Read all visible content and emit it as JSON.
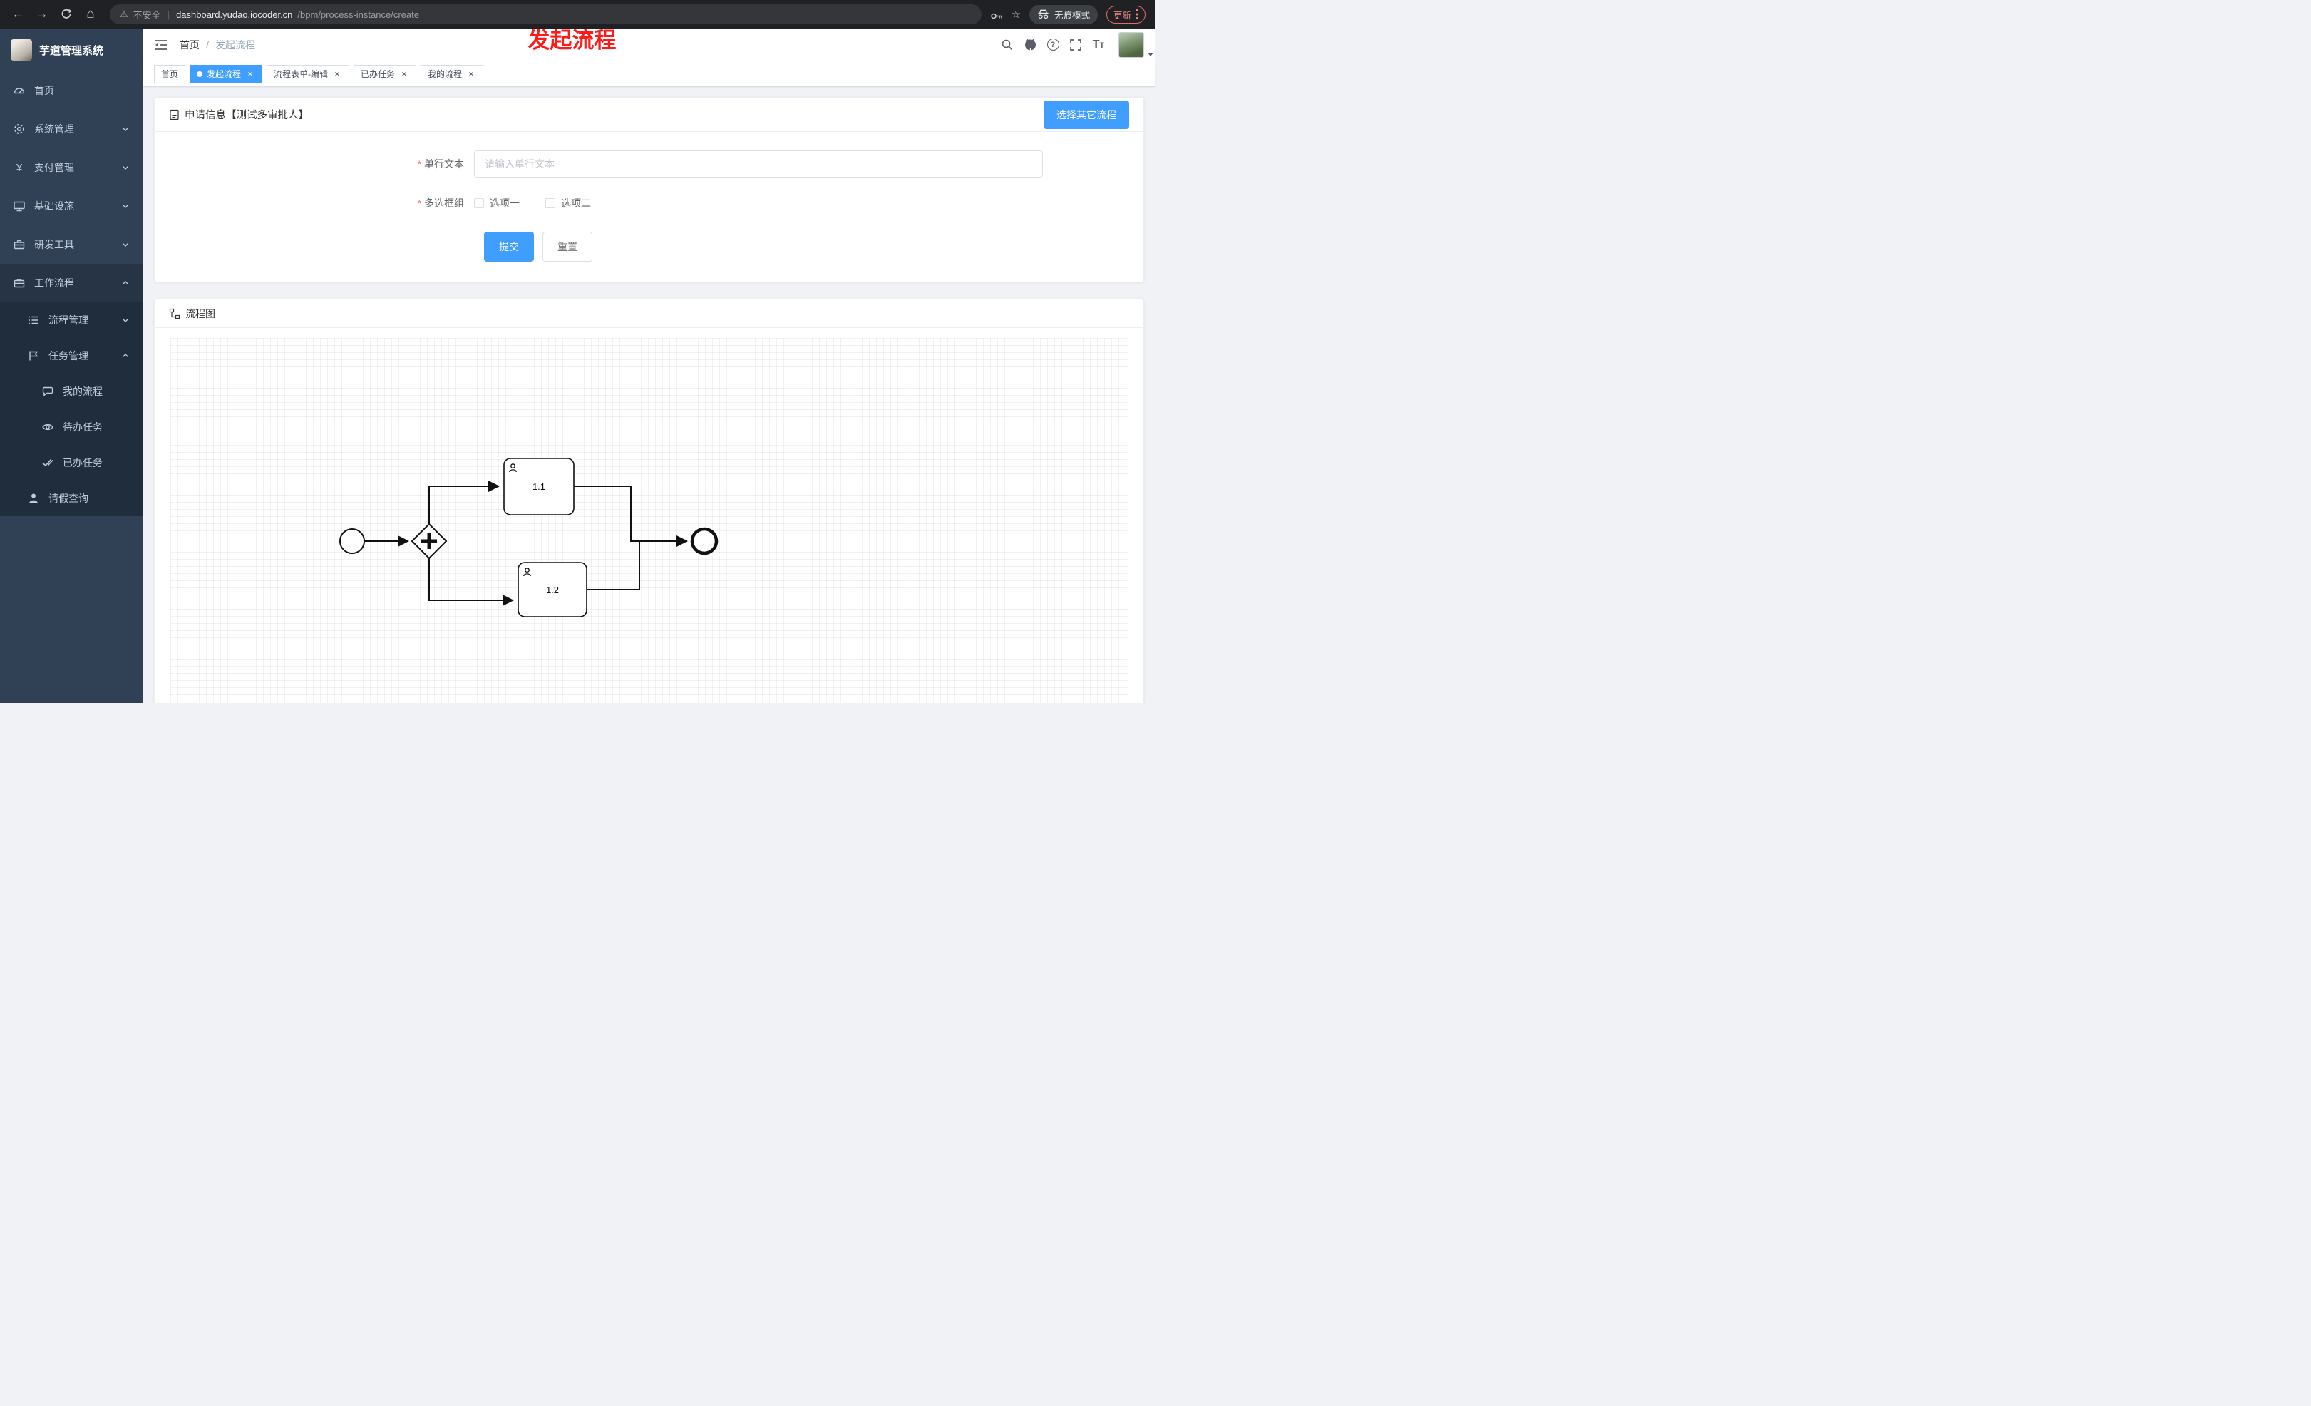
{
  "browser": {
    "security_label": "不安全",
    "url_host": "dashboard.yudao.iocoder.cn",
    "url_path": "/bpm/process-instance/create",
    "incognito_label": "无痕模式",
    "update_label": "更新"
  },
  "annotation": {
    "text": "发起流程"
  },
  "app": {
    "title": "芋道管理系统"
  },
  "sidebar": {
    "items": [
      {
        "label": "首页"
      },
      {
        "label": "系统管理"
      },
      {
        "label": "支付管理"
      },
      {
        "label": "基础设施"
      },
      {
        "label": "研发工具"
      },
      {
        "label": "工作流程"
      },
      {
        "label": "流程管理"
      },
      {
        "label": "任务管理"
      },
      {
        "label": "我的流程"
      },
      {
        "label": "待办任务"
      },
      {
        "label": "已办任务"
      },
      {
        "label": "请假查询"
      }
    ]
  },
  "breadcrumb": {
    "home": "首页",
    "separator": "/",
    "current": "发起流程"
  },
  "tabs": [
    {
      "label": "首页"
    },
    {
      "label": "发起流程"
    },
    {
      "label": "流程表单-编辑"
    },
    {
      "label": "已办任务"
    },
    {
      "label": "我的流程"
    }
  ],
  "form_card": {
    "title": "申请信息【测试多审批人】",
    "select_other_label": "选择其它流程",
    "text_label": "单行文本",
    "text_placeholder": "请输入单行文本",
    "checkbox_label": "多选框组",
    "option1": "选项一",
    "option2": "选项二",
    "submit_label": "提交",
    "reset_label": "重置"
  },
  "diagram_card": {
    "title": "流程图",
    "task1": "1.1",
    "task2": "1.2"
  },
  "icons": {
    "close": "×",
    "back": "←",
    "forward": "→",
    "home": "⌂",
    "warning": "⚠",
    "divider": "|",
    "star": "☆",
    "question": "?",
    "letter_T": "T",
    "yen": "¥"
  },
  "colors": {
    "primary": "#409eff",
    "sidebar_bg": "#304156",
    "submenu_bg": "#1f2d3d",
    "annotation": "#ff1a1a"
  }
}
